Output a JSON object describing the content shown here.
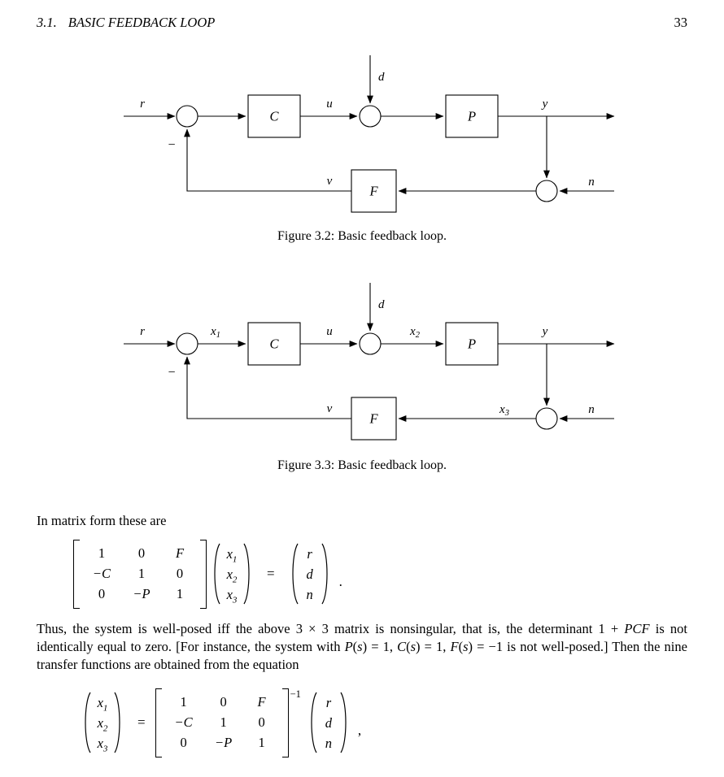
{
  "header": {
    "section_number": "3.1.",
    "section_title": "BASIC FEEDBACK LOOP",
    "page_number": "33"
  },
  "figure32": {
    "caption": "Figure 3.2: Basic feedback loop.",
    "labels": {
      "r": "r",
      "minus": "−",
      "C": "C",
      "u": "u",
      "d": "d",
      "P": "P",
      "y": "y",
      "n": "n",
      "F": "F",
      "v": "v"
    }
  },
  "figure33": {
    "caption": "Figure 3.3: Basic feedback loop.",
    "labels": {
      "r": "r",
      "minus": "−",
      "C": "C",
      "u": "u",
      "d": "d",
      "P": "P",
      "y": "y",
      "n": "n",
      "F": "F",
      "v": "v",
      "x1": {
        "base": "x",
        "sub": "1"
      },
      "x2": {
        "base": "x",
        "sub": "2"
      },
      "x3": {
        "base": "x",
        "sub": "3"
      }
    }
  },
  "body": {
    "intro": "In matrix form these are",
    "paragraph": [
      {
        "t": "Thus, the system is well-posed iff the above 3 × 3 matrix is nonsingular, that is, the determinant 1 + "
      },
      {
        "t": "PCF",
        "i": true
      },
      {
        "t": " is not identically equal to zero. [For instance, the system with "
      },
      {
        "t": "P",
        "i": true
      },
      {
        "t": "("
      },
      {
        "t": "s",
        "i": true
      },
      {
        "t": ") = 1, "
      },
      {
        "t": "C",
        "i": true
      },
      {
        "t": "("
      },
      {
        "t": "s",
        "i": true
      },
      {
        "t": ") = 1, "
      },
      {
        "t": "F",
        "i": true
      },
      {
        "t": "("
      },
      {
        "t": "s",
        "i": true
      },
      {
        "t": ") = −1 is not well-posed.] Then the nine transfer functions are obtained from the equation"
      }
    ]
  },
  "eq1": {
    "matrix": [
      [
        "1",
        "0",
        "F"
      ],
      [
        "−C",
        "1",
        "0"
      ],
      [
        "0",
        "−P",
        "1"
      ]
    ],
    "x_vector": [
      {
        "base": "x",
        "sub": "1"
      },
      {
        "base": "x",
        "sub": "2"
      },
      {
        "base": "x",
        "sub": "3"
      }
    ],
    "equals": "=",
    "rhs_vector": [
      "r",
      "d",
      "n"
    ],
    "punctuation": "."
  },
  "eq2": {
    "x_vector": [
      {
        "base": "x",
        "sub": "1"
      },
      {
        "base": "x",
        "sub": "2"
      },
      {
        "base": "x",
        "sub": "3"
      }
    ],
    "equals": "=",
    "matrix": [
      [
        "1",
        "0",
        "F"
      ],
      [
        "−C",
        "1",
        "0"
      ],
      [
        "0",
        "−P",
        "1"
      ]
    ],
    "exponent": "−1",
    "rhs_vector": [
      "r",
      "d",
      "n"
    ],
    "punctuation": ","
  }
}
